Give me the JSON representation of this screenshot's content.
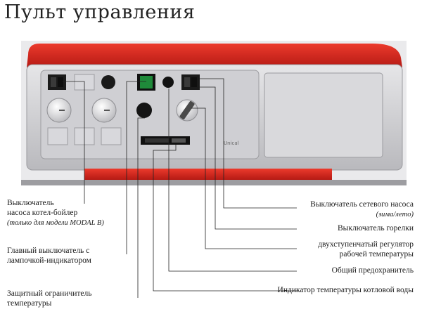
{
  "title": "Пульт управления",
  "panel": {
    "brand": "Unical"
  },
  "labels": {
    "pump_switch_line1": "Выключатель",
    "pump_switch_line2": "насоса котел-бойлер",
    "pump_switch_note": "(только для модели MODAL B)",
    "main_switch_line1": "Главный выключатель с",
    "main_switch_line2": "лампочкой-индикатором",
    "limiter_line1": "Защитный ограничитель",
    "limiter_line2": "температуры",
    "net_pump_line1": "Выключатель сетевого насоса",
    "net_pump_note": "(зима/лето)",
    "burner_switch": "Выключатель горелки",
    "regulator_line1": "двухступенчатый регулятор",
    "regulator_line2": "рабочей температуры",
    "fuse": "Общий предохранитель",
    "temp_indicator": "Индикатор температуры котловой воды"
  },
  "colors": {
    "red": "#d8261e",
    "panel": "#c9c9cc",
    "switch_green": "#1f8a3a"
  }
}
